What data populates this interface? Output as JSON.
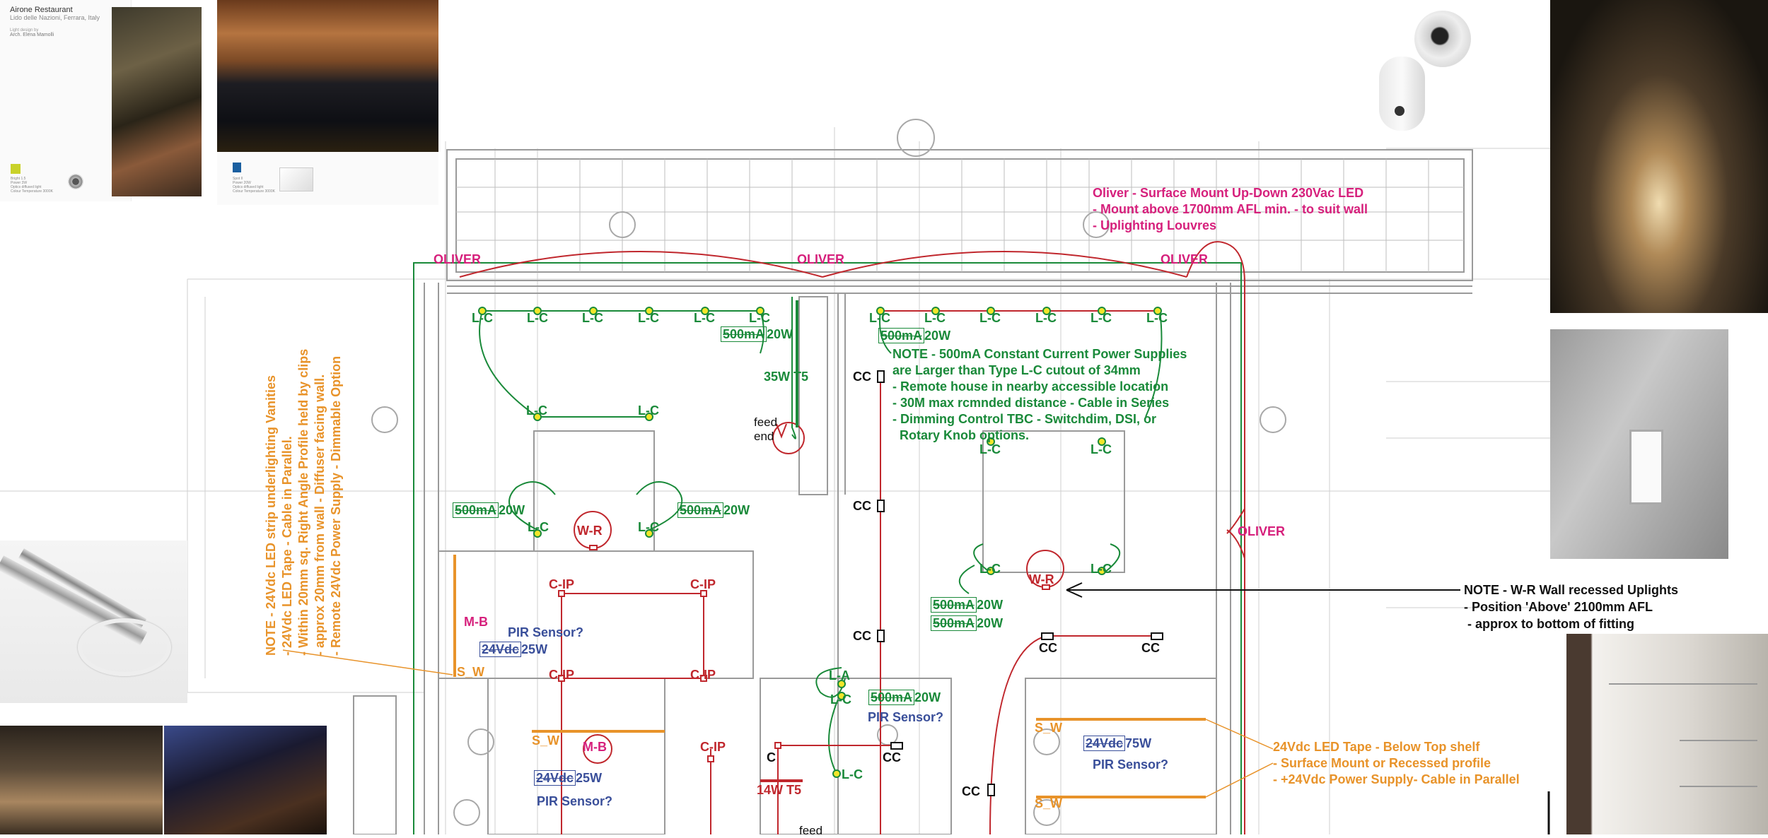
{
  "colors": {
    "green": "#1a8a3a",
    "red": "#c0272d",
    "magenta": "#d6207c",
    "orange": "#e8932a",
    "blue": "#3a4f9a",
    "black": "#111111",
    "grid": "#c9c9c9"
  },
  "card": {
    "title": "Airone Restaurant",
    "subtitle": "Lido delle Nazioni, Ferrara, Italy",
    "credit_label": "Light design by",
    "credit_name": "Arch. Elena Mamolli",
    "spec1": [
      "Bright 1.5",
      "Power 3W",
      "Optics diffused light",
      "Colour Temperature 3000K"
    ],
    "spec2": [
      "Spot II",
      "Power 20W",
      "Optics diffused light",
      "Colour Temperature 3000K"
    ]
  },
  "oliver_note": [
    "Oliver - Surface Mount Up-Down 230Vac LED",
    "- Mount above 1700mm AFL min. - to suit wall",
    "- Uplighting Louvres"
  ],
  "oliver_labels": [
    "OLIVER",
    "OLIVER",
    "OLIVER",
    "OLIVER"
  ],
  "psu_note": [
    "NOTE - 500mA Constant Current Power Supplies",
    "are Larger than Type L-C cutout of 34mm",
    "- Remote house in nearby accessible location",
    "- 30M max rcmnded distance - Cable in Series",
    "- Dimming Control TBC - Switchdim, DSI, or",
    "  Rotary Knob options."
  ],
  "vanity_note": [
    "NOTE - 24Vdc LED strip underlighting Vanities",
    "- 24Vdc LED Tape - Cable in Parallel.",
    "- Within 20mm sq. Right Angle Profile held by clips",
    "- approx 20mm from wall - Diffuser facing wall.",
    "- Remote 24Vdc Power Supply - Dimmable Option"
  ],
  "wr_note": [
    "NOTE - W-R Wall recessed Uplights",
    "- Position 'Above' 2100mm AFL",
    " - approx to bottom of fitting"
  ],
  "tape_note": [
    "24Vdc LED Tape - Below Top shelf",
    "- Surface Mount or Recessed profile",
    "- +24Vdc Power Supply- Cable in Parallel"
  ],
  "fixtures": {
    "lc": "L-C",
    "la": "L-A",
    "wr": "W-R",
    "cip": "C-IP",
    "mb": "M-B",
    "sw": "S_W",
    "cc": "CC",
    "c": "C"
  },
  "psu_labels": [
    "500mA",
    "500mA",
    "500mA",
    "500mA",
    "500mA",
    "500mA",
    "500mA"
  ],
  "watt_labels": [
    "20W",
    "20W",
    "20W",
    "20W",
    "20W",
    "20W",
    "20W"
  ],
  "t5_labels": [
    "35W T5",
    "14W T5"
  ],
  "feed_end": [
    "feed",
    "end"
  ],
  "feed_bottom": "feed",
  "pir_labels": [
    "PIR Sensor?",
    "PIR Sensor?",
    "PIR Sensor?",
    "PIR Sensor?"
  ],
  "dc_labels": [
    "24Vdc",
    "24Vdc",
    "24Vdc"
  ],
  "dc_watts": [
    "25W",
    "25W",
    "75W"
  ]
}
